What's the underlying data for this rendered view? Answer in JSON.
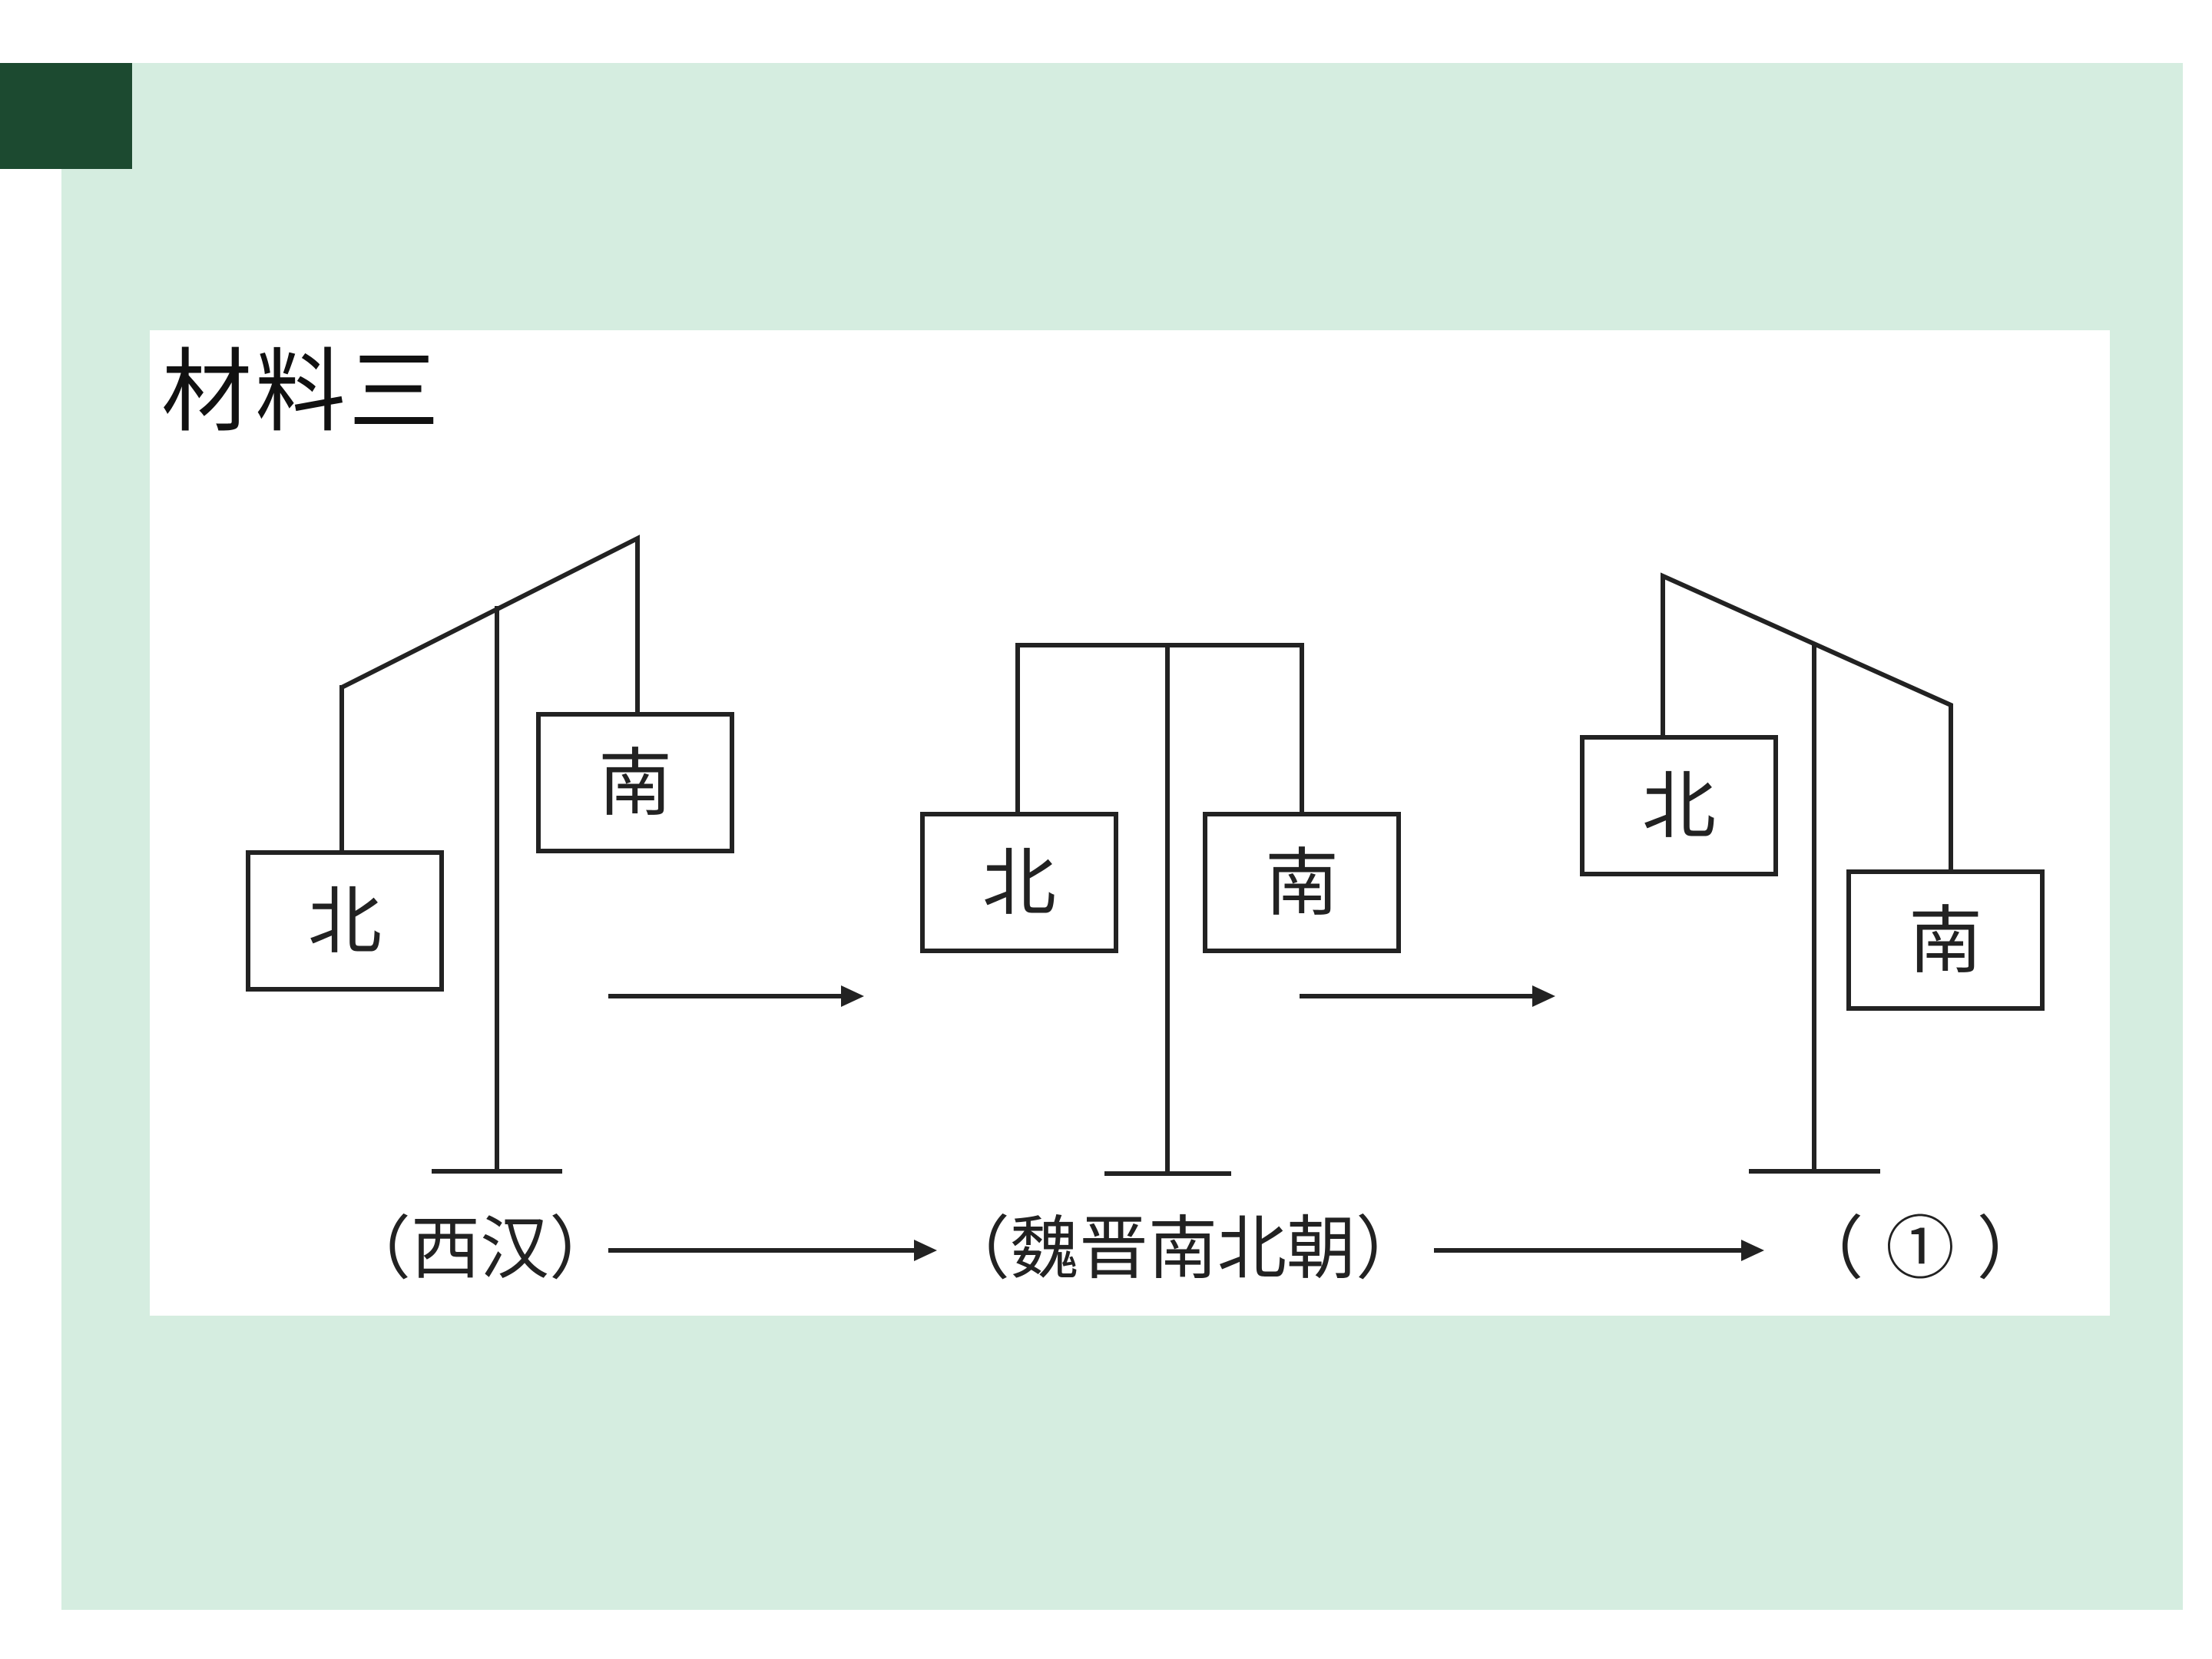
{
  "material": {
    "title": "材料三"
  },
  "scales": [
    {
      "north_label": "北",
      "south_label": "南"
    },
    {
      "north_label": "北",
      "south_label": "南"
    },
    {
      "north_label": "北",
      "south_label": "南"
    }
  ],
  "timeline": [
    {
      "label": "（西汉）"
    },
    {
      "label": "（魏晋南北朝）"
    },
    {
      "label": "（ ① ）"
    }
  ],
  "colors": {
    "slide_bg": "#d5ede0",
    "corner_block": "#1c4a30",
    "line": "#222222"
  }
}
